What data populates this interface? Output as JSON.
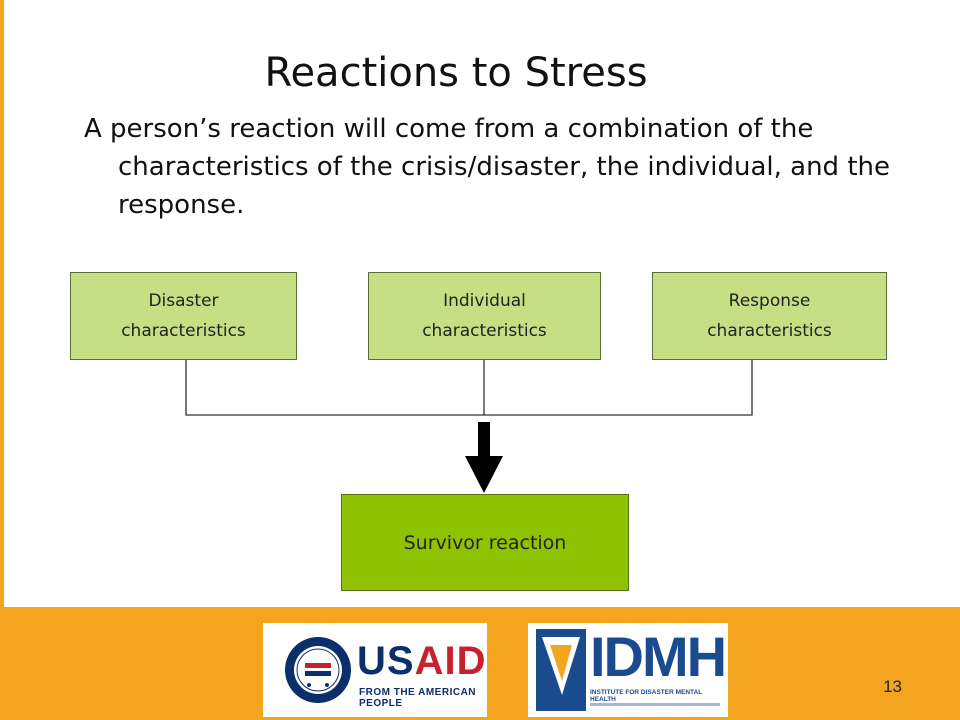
{
  "slide": {
    "title": "Reactions to Stress",
    "body": "A person’s reaction will come from a combination of the characteristics of the crisis/disaster, the individual, and the response.",
    "page_number": "13"
  },
  "diagram": {
    "inputs": [
      {
        "label": "Disaster characteristics"
      },
      {
        "label": "Individual characteristics"
      },
      {
        "label": "Response characteristics"
      }
    ],
    "output": {
      "label": "Survivor reaction"
    }
  },
  "footer": {
    "usaid_logo": {
      "wordmark_usa": "US",
      "wordmark_aid": "AID",
      "tagline": "FROM THE AMERICAN PEOPLE"
    },
    "idmh_logo": {
      "wordmark": "IDMH",
      "tagline": "INSTITUTE FOR DISASTER MENTAL HEALTH"
    }
  },
  "colors": {
    "accent": "#f4a51f",
    "input_box": "#c6df85",
    "output_box": "#8fc200",
    "usaid_blue": "#0b2f6a",
    "usaid_red": "#c8202f",
    "idmh_blue": "#1b4b8f"
  }
}
